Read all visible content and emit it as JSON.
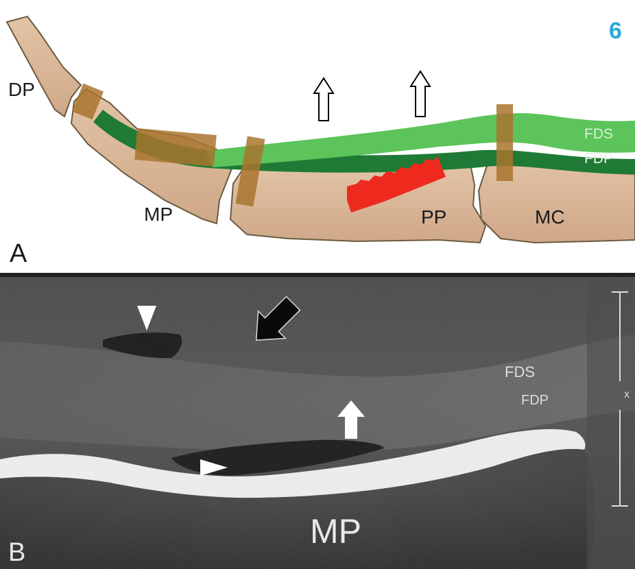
{
  "figure_number": "6",
  "panel_a": {
    "panel_label": "A",
    "bone_labels": {
      "dp": "DP",
      "mp": "MP",
      "pp": "PP",
      "mc": "MC"
    },
    "tendon_labels": {
      "fds": "FDS",
      "fdp": "FDP"
    },
    "colors": {
      "bone": "#d9b89a",
      "bone_edge": "#6b5a40",
      "fds": "#5cc45a",
      "fdp": "#1f7a35",
      "pulley": "#a9742e",
      "lesion": "#ee2a1e",
      "figure_number": "#2aa9d8"
    }
  },
  "panel_b": {
    "panel_label": "B",
    "bone_label": "MP",
    "tendon_labels": {
      "fds": "FDS",
      "fdp": "FDP"
    },
    "scale_marker": "x",
    "colors": {
      "background": "#3a3a3a",
      "bone_echo": "#f4f4f4",
      "arrow_white": "#ffffff",
      "arrow_black": "#0a0a0a"
    }
  }
}
